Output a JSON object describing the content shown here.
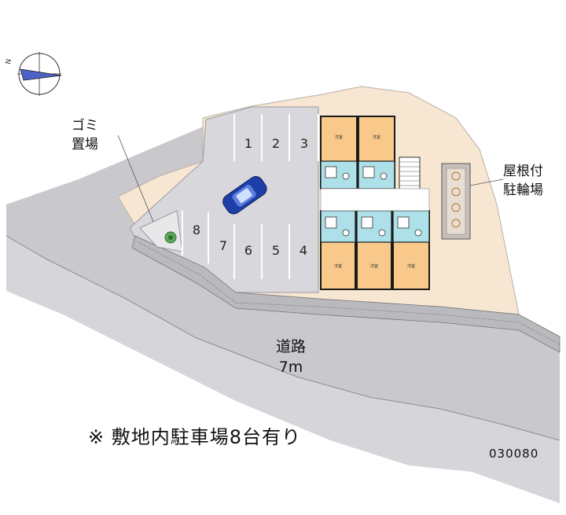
{
  "compass": {
    "north_label": "N"
  },
  "labels": {
    "garbage_line1": "ゴミ",
    "garbage_line2": "置場",
    "bike_line1": "屋根付",
    "bike_line2": "駐輪場",
    "road_line1": "道路",
    "road_line2": "7m",
    "parking_note": "※ 敷地内駐車場8台有り",
    "code": "030080"
  },
  "parking_spaces": [
    "1",
    "2",
    "3",
    "4",
    "5",
    "6",
    "7",
    "8"
  ],
  "room_label": "洋室",
  "colors": {
    "ground": "#c9c9cd",
    "road": "#d6d6da",
    "site_beige": "#f7e6d2",
    "asphalt": "#d8d8dc",
    "room_orange": "#f8c98a",
    "bath_blue": "#aee0ea",
    "wall": "#1a1a1a",
    "car_blue": "#1f3fa8",
    "green": "#3a8a3a"
  }
}
